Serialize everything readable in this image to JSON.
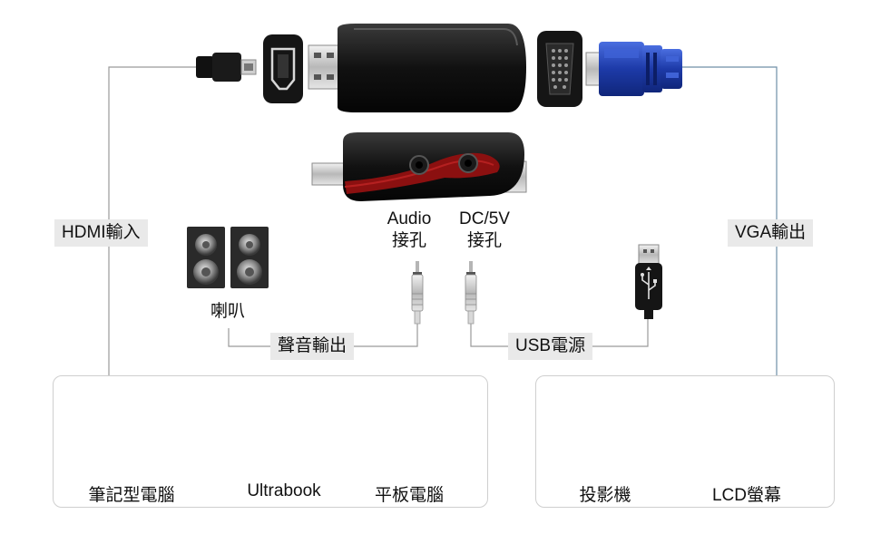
{
  "labels": {
    "hdmi_input": "HDMI輸入",
    "vga_output": "VGA輸出",
    "audio_jack_line1": "Audio",
    "audio_jack_line2": "接孔",
    "dc_jack_line1": "DC/5V",
    "dc_jack_line2": "接孔",
    "speaker": "喇叭",
    "audio_output": "聲音輸出",
    "usb_power": "USB電源"
  },
  "sources": {
    "items": [
      {
        "label": "筆記型電腦",
        "icon": "laptop-icon"
      },
      {
        "label": "Ultrabook",
        "icon": "ultrabook-icon"
      },
      {
        "label": "平板電腦",
        "icon": "tablet-icon"
      }
    ]
  },
  "displays": {
    "items": [
      {
        "label": "投影機",
        "icon": "projector-icon"
      },
      {
        "label": "LCD螢幕",
        "icon": "lcd-monitor-icon"
      }
    ]
  },
  "colors": {
    "adapter_body": "#151515",
    "accent_red": "#8b1010",
    "vga_blue": "#1d3aa8",
    "wire_gray": "#9a9a9a",
    "wire_blue": "#6f8fa8",
    "tag_bg": "#e9e9e9"
  }
}
